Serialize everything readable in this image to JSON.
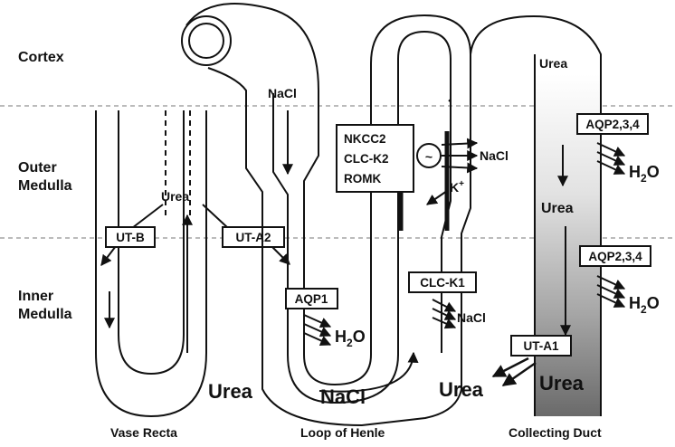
{
  "zones": {
    "cortex": "Cortex",
    "outer_medulla_1": "Outer",
    "outer_medulla_2": "Medulla",
    "inner_medulla_1": "Inner",
    "inner_medulla_2": "Medulla"
  },
  "footer": {
    "vasa_recta": "Vase Recta",
    "loop_of_henle": "Loop of Henle",
    "collecting_duct": "Collecting Duct"
  },
  "transporters": {
    "ut_b": "UT-B",
    "ut_a2": "UT-A2",
    "aqp1": "AQP1",
    "nkcc2": "NKCC2",
    "clc_k2": "CLC-K2",
    "romk": "ROMK",
    "clc_k1": "CLC-K1",
    "aqp234_upper": "AQP2,3,4",
    "aqp234_lower": "AQP2,3,4",
    "ut_a1": "UT-A1"
  },
  "labels": {
    "urea_vasa": "Urea",
    "nacl_top": "NaCl",
    "h2o_base": "H",
    "h2o_sub": "2",
    "h2o_o": "O",
    "nacl_pump": "NaCl",
    "k_base": "K",
    "k_sup": "+",
    "pump_symbol": "~",
    "nacl_clck1": "NaCl",
    "urea_big_left": "Urea",
    "nacl_big": "NaCl",
    "urea_duct_top": "Urea",
    "urea_duct_mid": "Urea",
    "urea_duct_big": "Urea",
    "urea_out": "Urea"
  }
}
